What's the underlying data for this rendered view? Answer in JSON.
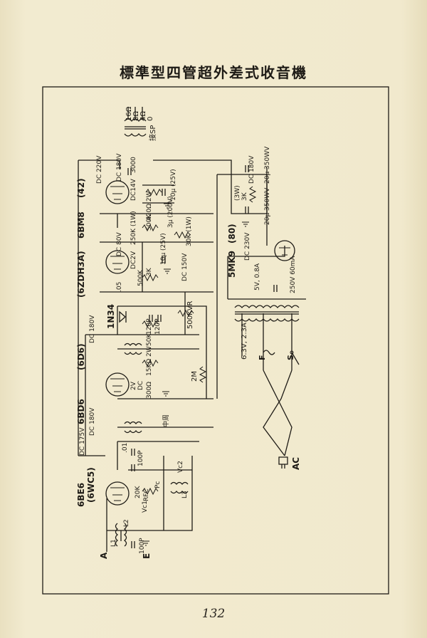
{
  "title": "標準型四管超外差式收音機",
  "page_number": "132",
  "tubes": [
    {
      "id": "v1",
      "name": "6BE6",
      "alt": "(6WC5)"
    },
    {
      "id": "v2",
      "name": "6BD6",
      "alt": "(6D6)"
    },
    {
      "id": "v3",
      "name": "6ZDH3A",
      "alt": "(6ZDH3A)"
    },
    {
      "id": "v4",
      "name": "6BM8",
      "alt": "(42)"
    },
    {
      "id": "v5",
      "name": "5MK9",
      "alt": "(80)"
    }
  ],
  "labels": {
    "speaker_taps": [
      "16Ω",
      "8Ω",
      "4Ω",
      "0"
    ],
    "speaker": "接SP",
    "c_3000": "3000",
    "dc220": "DC 220V",
    "dc180_a": "DC 180V",
    "dc14": "DC14V",
    "c10_25": "10μ (25V)",
    "r420": "420Ω 2W",
    "r500k_a": "500K",
    "c3_200": "3μ (200V)",
    "r250k": "250K (1W)",
    "r30k": "30K (1W)",
    "dc80": "DC 80V",
    "dc2": "DC2V",
    "c10_25b": "10μ (25V)",
    "r3k_a": "3K",
    "dc150": "DC 150V",
    "r500k_b": "500K",
    "c05": ".05",
    "diode": "1N34",
    "c120a": "120P",
    "c120b": "120P",
    "r50k": "50K",
    "vr": "500KVR",
    "dc180_b": "DC 180V",
    "r15k": "15KΩ 2W",
    "dc2v": "2V",
    "dc0": "DC",
    "r300": "300Ω",
    "r2m": "2M",
    "if_label": "中周",
    "dc175": "DC 175V",
    "dc180_c": "DC 180V",
    "c01": ".01",
    "c100": "100P",
    "r20k": "20K",
    "rfc": "RFC",
    "vc1": "Vc1",
    "vc2": "Vc2",
    "pc": "Pc",
    "l1": "L1",
    "l2": "L2",
    "l3": "L3",
    "c100b": "100P",
    "ant_a": "A",
    "ant_e": "E",
    "dc180_d": "DC 180V",
    "c20_350a": "20μ 350WV",
    "r3k_b": "3K",
    "w3": "(3W)",
    "c20_350b": "20μ 350WV",
    "dc230": "DC 230V",
    "fil5v": "5V, 0.8A",
    "sec250": "250V 60mA",
    "fil63": "6.3V, 2.3A",
    "fuse": "F",
    "switch": "S",
    "ac": "AC"
  },
  "colors": {
    "paper": "#efe7c9",
    "ink": "#1e1b16"
  }
}
